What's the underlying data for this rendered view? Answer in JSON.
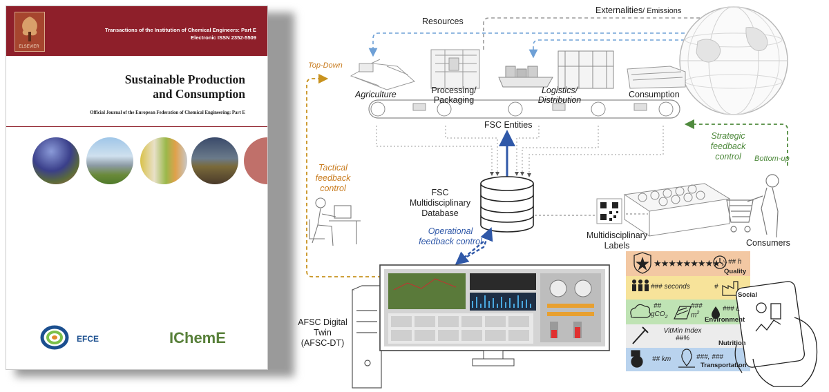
{
  "cover": {
    "band_line1": "Transactions of the Institution of Chemical Engineers: Part E",
    "band_line2": "Electronic ISSN 2352-5509",
    "publisher": "ELSEVIER",
    "title_line1": "Sustainable Production",
    "title_line2": "and Consumption",
    "subtitle": "Official Journal of the European Federation of Chemical Engineering: Part E",
    "logo_left": "EFCE",
    "logo_right": "IChemE"
  },
  "diagram": {
    "resources": "Resources",
    "externalities": "Externalities",
    "emissions": "/ Emissions",
    "top_down": "Top-Down",
    "stage_agriculture": "Agriculture",
    "stage_processing_1": "Processing/",
    "stage_processing_2": "Packaging",
    "stage_logistics_1": "Logistics/",
    "stage_logistics_2": "Distribution",
    "stage_consumption": "Consumption",
    "fsc_entities": "FSC Entities",
    "strategic_1": "Strategic",
    "strategic_2": "feedback",
    "strategic_3": "control",
    "bottom_up": "Bottom-up",
    "tactical_1": "Tactical",
    "tactical_2": "feedback",
    "tactical_3": "control",
    "database_1": "FSC",
    "database_2": "Multidisciplinary",
    "database_3": "Database",
    "operational_1": "Operational",
    "operational_2": "feedback control",
    "labels_1": "Multidisciplinary",
    "labels_2": "Labels",
    "consumers": "Consumers",
    "dt_1": "AFSC Digital",
    "dt_2": "Twin",
    "dt_3": "(AFSC-DT)"
  },
  "label_panel": {
    "quality_value": "## h",
    "quality": "Quality",
    "social_value": "### seconds",
    "social_hash": "#",
    "social": "Social",
    "env_co2_value": "##",
    "env_co2_unit": "gCO",
    "env_co2_sub": "2",
    "env_land_value": "###",
    "env_land_unit": "m",
    "env_land_sup": "2",
    "env_water_value": "### L",
    "environment": "Environment",
    "nutrition_value1": "VitMin Index",
    "nutrition_value2": "##%",
    "nutrition": "Nutrition",
    "transport_km": "## km",
    "transport_value": "###, ###",
    "transportation": "Transportation",
    "colors": {
      "quality": "#f3c8a3",
      "social": "#f7e39a",
      "environment": "#bfe3b4",
      "nutrition": "#ececec",
      "transportation": "#b9d3ee"
    }
  }
}
